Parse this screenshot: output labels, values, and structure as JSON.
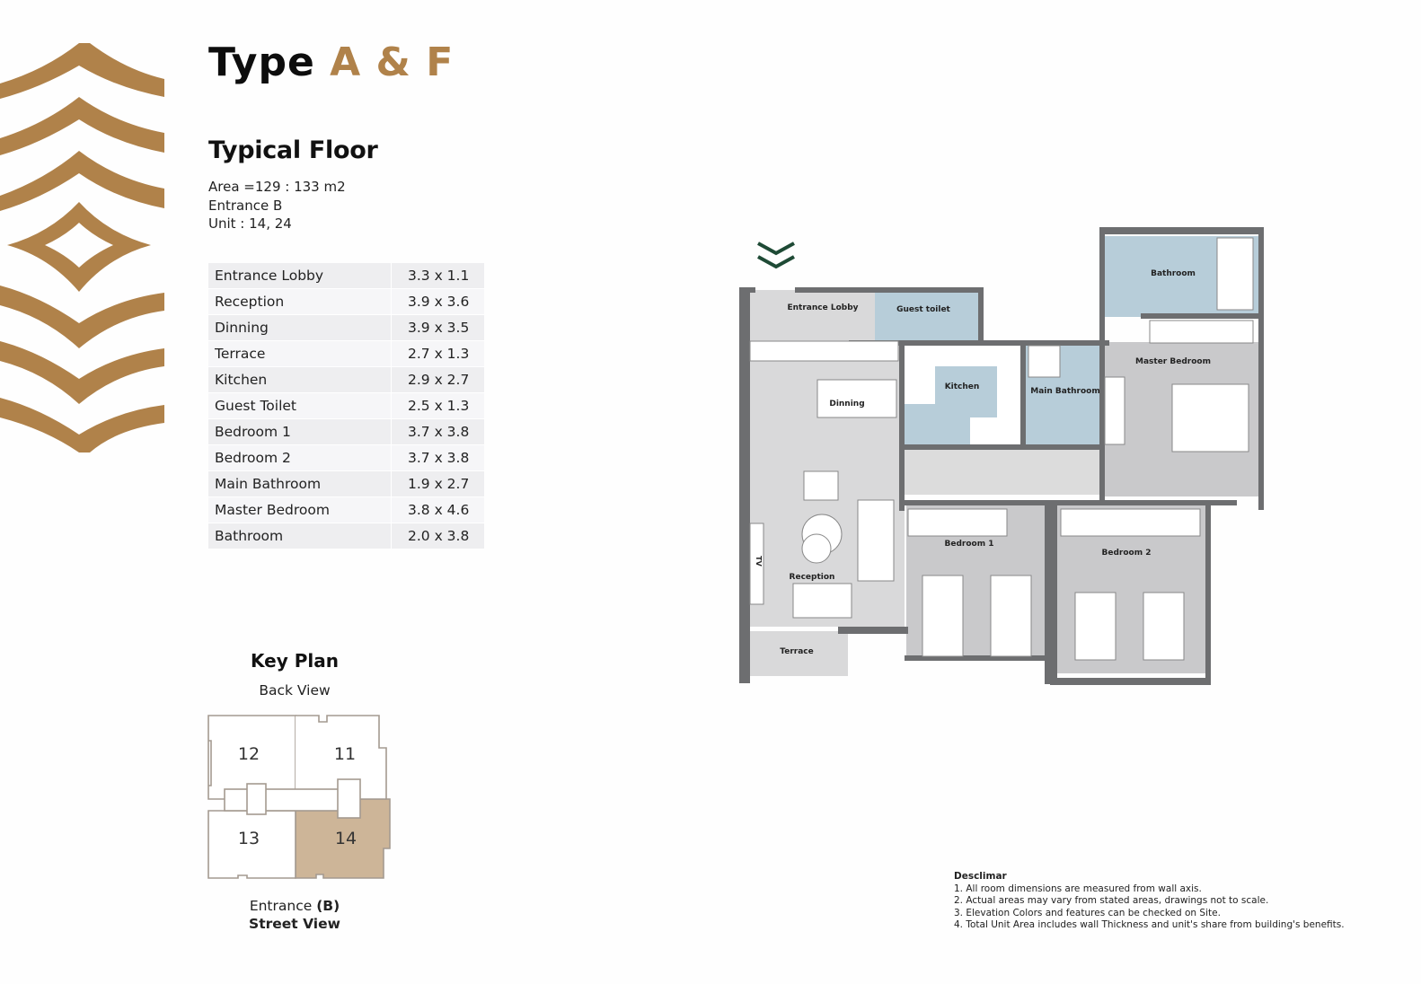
{
  "header": {
    "title_prefix": "Type",
    "title_accent": "A & F",
    "subtitle": "Typical Floor",
    "area": "Area =129 : 133 m2",
    "entrance": "Entrance B",
    "unit": "Unit : 14, 24"
  },
  "rooms": [
    {
      "name": "Entrance Lobby",
      "dim": "3.3 x 1.1"
    },
    {
      "name": "Reception",
      "dim": "3.9 x 3.6"
    },
    {
      "name": "Dinning",
      "dim": "3.9 x 3.5"
    },
    {
      "name": "Terrace",
      "dim": "2.7 x 1.3"
    },
    {
      "name": "Kitchen",
      "dim": "2.9 x 2.7"
    },
    {
      "name": "Guest Toilet",
      "dim": "2.5 x 1.3"
    },
    {
      "name": "Bedroom 1",
      "dim": "3.7 x 3.8"
    },
    {
      "name": "Bedroom 2",
      "dim": "3.7 x 3.8"
    },
    {
      "name": "Main Bathroom",
      "dim": "1.9 x 2.7"
    },
    {
      "name": "Master Bedroom",
      "dim": "3.8 x 4.6"
    },
    {
      "name": "Bathroom",
      "dim": "2.0 x 3.8"
    }
  ],
  "key_plan": {
    "title": "Key Plan",
    "top_label": "Back View",
    "units": [
      "12",
      "11",
      "13",
      "14"
    ],
    "highlighted_unit": "14",
    "bottom_label_prefix": "Entrance ",
    "bottom_label_bold": "(B)",
    "bottom_label_line2": "Street View"
  },
  "floor_plan": {
    "labels": {
      "entrance_lobby": "Entrance Lobby",
      "guest_toilet": "Guest toilet",
      "bathroom": "Bathroom",
      "kitchen": "Kitchen",
      "main_bathroom": "Main Bathroom",
      "master_bedroom": "Master Bedroom",
      "dinning": "Dinning",
      "reception": "Reception",
      "tv": "TV",
      "terrace": "Terrace",
      "bedroom_1": "Bedroom 1",
      "bedroom_2": "Bedroom 2"
    },
    "entry_icon": "double-chevron-down-icon"
  },
  "disclaimer": {
    "heading": "Desclimar",
    "items": [
      "1. All room dimensions are measured from wall axis.",
      "2. Actual areas may vary from stated areas, drawings not to scale.",
      "3. Elevation Colors and features can be checked on Site.",
      "4. Total Unit Area includes wall Thickness and unit's share from building's benefits."
    ]
  },
  "colors": {
    "gold": "#b0824a",
    "wall": "#6d6e70",
    "floor_gray": "#d9d9da",
    "bedroom_gray": "#c9c9cb",
    "wet_blue": "#b7cdd9",
    "chevron_green": "#1e4a35",
    "key_highlight": "#c9b193"
  }
}
